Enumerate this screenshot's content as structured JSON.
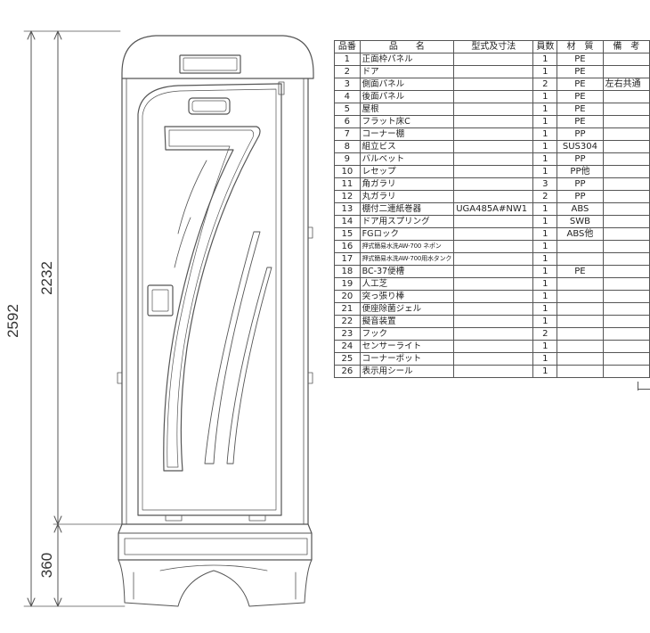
{
  "drawing": {
    "dimensions": {
      "total_height": "2592",
      "body_height": "2232",
      "base_height": "360"
    }
  },
  "parts_table": {
    "headers": {
      "no": "品番",
      "name": "品　　名",
      "model": "型式及寸法",
      "qty": "員数",
      "material": "材　質",
      "note": "備　考"
    },
    "rows": [
      {
        "no": "1",
        "name": "正面枠パネル",
        "model": "",
        "qty": "1",
        "material": "PE",
        "note": ""
      },
      {
        "no": "2",
        "name": "ドア",
        "model": "",
        "qty": "1",
        "material": "PE",
        "note": ""
      },
      {
        "no": "3",
        "name": "側面パネル",
        "model": "",
        "qty": "2",
        "material": "PE",
        "note": "左右共通"
      },
      {
        "no": "4",
        "name": "後面パネル",
        "model": "",
        "qty": "1",
        "material": "PE",
        "note": ""
      },
      {
        "no": "5",
        "name": "屋根",
        "model": "",
        "qty": "1",
        "material": "PE",
        "note": ""
      },
      {
        "no": "6",
        "name": "フラット床C",
        "model": "",
        "qty": "1",
        "material": "PE",
        "note": ""
      },
      {
        "no": "7",
        "name": "コーナー棚",
        "model": "",
        "qty": "1",
        "material": "PP",
        "note": ""
      },
      {
        "no": "8",
        "name": "組立ビス",
        "model": "",
        "qty": "1",
        "material": "SUS304",
        "note": ""
      },
      {
        "no": "9",
        "name": "バルベット",
        "model": "",
        "qty": "1",
        "material": "PP",
        "note": ""
      },
      {
        "no": "10",
        "name": "レセップ",
        "model": "",
        "qty": "1",
        "material": "PP他",
        "note": ""
      },
      {
        "no": "11",
        "name": "角ガラリ",
        "model": "",
        "qty": "3",
        "material": "PP",
        "note": ""
      },
      {
        "no": "12",
        "name": "丸ガラリ",
        "model": "",
        "qty": "2",
        "material": "PP",
        "note": ""
      },
      {
        "no": "13",
        "name": "棚付二連紙巻器",
        "model": "UGA485A#NW1",
        "qty": "1",
        "material": "ABS",
        "note": ""
      },
      {
        "no": "14",
        "name": "ドア用スプリング",
        "model": "",
        "qty": "1",
        "material": "SWB",
        "note": ""
      },
      {
        "no": "15",
        "name": "FGロック",
        "model": "",
        "qty": "1",
        "material": "ABS他",
        "note": ""
      },
      {
        "no": "16",
        "name": "押式簡易水洗AW-700 ネポン",
        "model": "",
        "qty": "1",
        "material": "",
        "note": "",
        "small": true
      },
      {
        "no": "17",
        "name": "押式簡易水洗AW-700用水タンク",
        "model": "",
        "qty": "1",
        "material": "",
        "note": "",
        "small": true
      },
      {
        "no": "18",
        "name": "BC-37便槽",
        "model": "",
        "qty": "1",
        "material": "PE",
        "note": ""
      },
      {
        "no": "19",
        "name": "人工芝",
        "model": "",
        "qty": "1",
        "material": "",
        "note": ""
      },
      {
        "no": "20",
        "name": "突っ張り棒",
        "model": "",
        "qty": "1",
        "material": "",
        "note": ""
      },
      {
        "no": "21",
        "name": "便座除菌ジェル",
        "model": "",
        "qty": "1",
        "material": "",
        "note": ""
      },
      {
        "no": "22",
        "name": "擬音装置",
        "model": "",
        "qty": "1",
        "material": "",
        "note": ""
      },
      {
        "no": "23",
        "name": "フック",
        "model": "",
        "qty": "2",
        "material": "",
        "note": ""
      },
      {
        "no": "24",
        "name": "センサーライト",
        "model": "",
        "qty": "1",
        "material": "",
        "note": ""
      },
      {
        "no": "25",
        "name": "コーナーポット",
        "model": "",
        "qty": "1",
        "material": "",
        "note": ""
      },
      {
        "no": "26",
        "name": "表示用シール",
        "model": "",
        "qty": "1",
        "material": "",
        "note": ""
      }
    ]
  }
}
